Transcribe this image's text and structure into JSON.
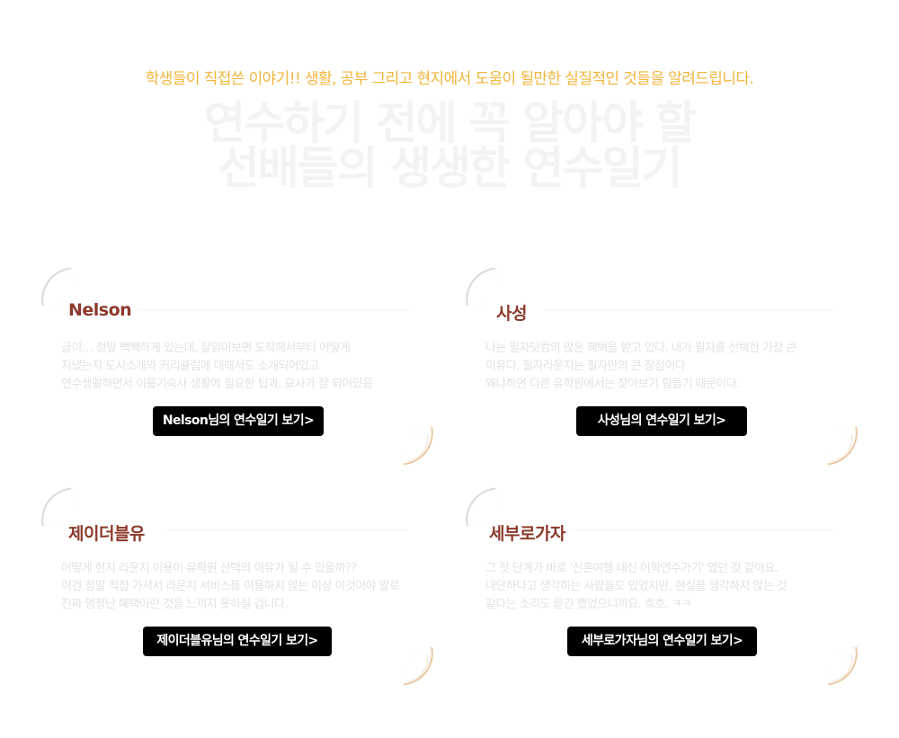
{
  "header": {
    "tagline": "학생들이 직접쓴 이야기!! 생활, 공부 그리고 현지에서 도움이 될만한 실질적인 것들을 알려드립니다.",
    "headline_line1": "연수하기 전에 꼭 알아야 할",
    "headline_line2": "선배들의 생생한 연수일기"
  },
  "cards": [
    {
      "name": "Nelson",
      "desc": [
        "글이… 정말 빽빽하게 있는데, 잘읽어보면 도착해서부터 어떻게",
        "지냈는지 도시소개와 커리큘럼에 대해서도 소개되어있고",
        "연수생활하면서 이름기숙사 생활에 필요한 팁과, 묘사가 잘 되어있음"
      ],
      "button": "Nelson님의 연수일기 보기>"
    },
    {
      "name": "사성",
      "desc": [
        "나는 필자닷컴의 많은 혜택을 받고 있다. 내가 필자를 선택한 가장 큰",
        "이유다. 필자라운지는 필자만의 큰 장점이다",
        "왜냐하면 다른 유학원에서는 찾아보기 힘들기 때문이다."
      ],
      "button": "사성님의 연수일기 보기>"
    },
    {
      "name": "제이더블유",
      "desc": [
        "어떻게 현지 라운지 이용이 유학원 선택의 이유가 될 수 있을까??",
        "이건 정말 직접 가셔서 라운지 서비스를 이용하지 않는 이상 이것이야 말로",
        "진짜 엄청난 혜택이란 것을 느끼지 못하실 겁니다."
      ],
      "button": "제이더블유님의 연수일기 보기>"
    },
    {
      "name": "세부로가자",
      "desc": [
        "그 첫 단계가 바로 '신혼여행 대신 어학연수가기' 였던 것 같아요.",
        "대단하다고 생각하는 사람들도 있었지만, 현실을 생각하지 않는 것",
        "같다는 소리도 듣긴 했었으니까요. 흐흐. ㅋㅋ"
      ],
      "button": "세부로가자님의 연수일기 보기>"
    }
  ]
}
